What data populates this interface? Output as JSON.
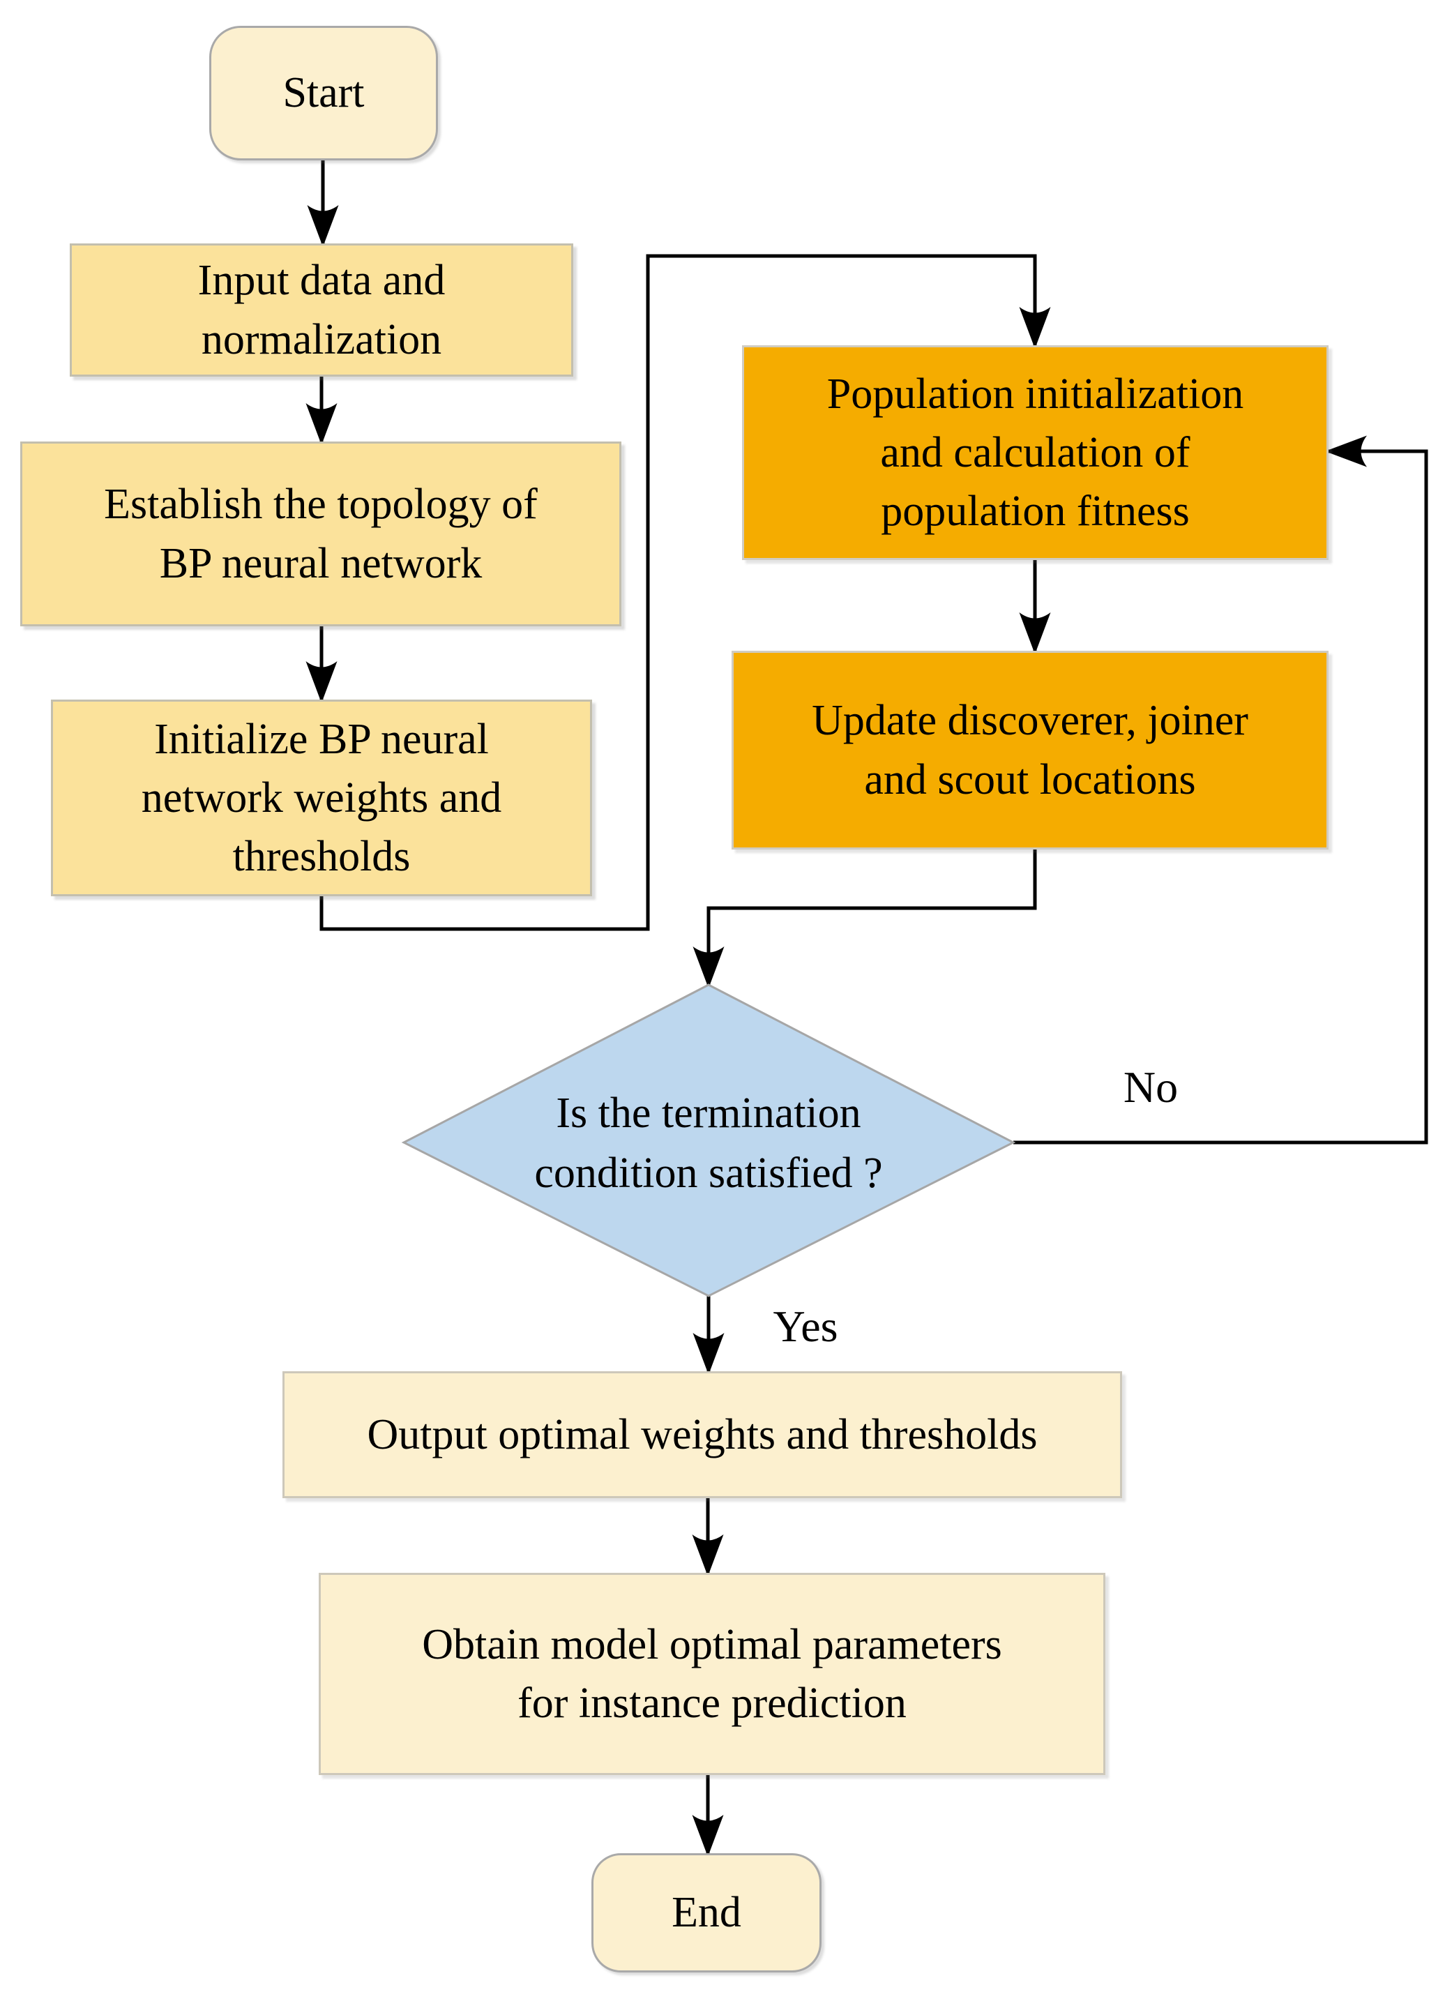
{
  "diagram": {
    "type": "flowchart",
    "description": "SSA-optimized BP neural network training flowchart"
  },
  "nodes": {
    "start": {
      "label": "Start",
      "shape": "rounded",
      "fill": "#FCF0CF"
    },
    "input": {
      "label": "Input data and\nnormalization",
      "shape": "rect",
      "fill": "#FBE29B"
    },
    "topology": {
      "label": "Establish the topology of\nBP neural network",
      "shape": "rect",
      "fill": "#FBE29B"
    },
    "initialize": {
      "label": "Initialize BP neural\nnetwork weights and\nthresholds",
      "shape": "rect",
      "fill": "#FBE29B"
    },
    "population": {
      "label": "Population initialization\nand calculation of\npopulation fitness",
      "shape": "rect",
      "fill": "#F5AC00"
    },
    "update": {
      "label": "Update discoverer, joiner\nand scout locations",
      "shape": "rect",
      "fill": "#F5AC00"
    },
    "decision": {
      "label": "Is the termination\ncondition satisfied ?",
      "shape": "diamond",
      "fill": "#BDD7EE"
    },
    "output": {
      "label": "Output optimal weights and thresholds",
      "shape": "rect",
      "fill": "#FCF0CF"
    },
    "obtain": {
      "label": "Obtain model optimal parameters\nfor instance prediction",
      "shape": "rect",
      "fill": "#FCF0CF"
    },
    "end": {
      "label": "End",
      "shape": "rounded",
      "fill": "#FCF0CF"
    }
  },
  "edges": [
    {
      "from": "start",
      "to": "input",
      "label": ""
    },
    {
      "from": "input",
      "to": "topology",
      "label": ""
    },
    {
      "from": "topology",
      "to": "initialize",
      "label": ""
    },
    {
      "from": "initialize",
      "to": "population",
      "label": ""
    },
    {
      "from": "population",
      "to": "update",
      "label": ""
    },
    {
      "from": "update",
      "to": "decision",
      "label": ""
    },
    {
      "from": "decision",
      "to": "output",
      "label": "Yes"
    },
    {
      "from": "decision",
      "to": "population",
      "label": "No"
    },
    {
      "from": "output",
      "to": "obtain",
      "label": ""
    },
    {
      "from": "obtain",
      "to": "end",
      "label": ""
    }
  ],
  "colors": {
    "terminal_fill": "#FCF0CF",
    "process_fill": "#FBE29B",
    "algorithm_fill": "#F5AC00",
    "decision_fill": "#BDD7EE",
    "line": "#000000"
  }
}
